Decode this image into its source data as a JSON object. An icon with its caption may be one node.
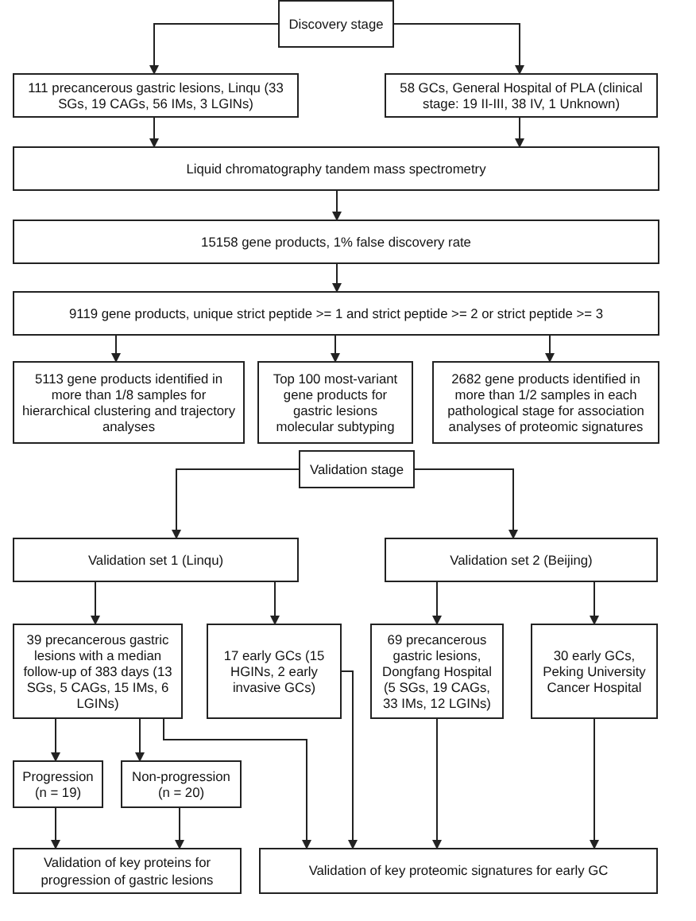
{
  "diagram": {
    "nodes": [
      {
        "text": [
          "Discovery stage"
        ]
      },
      {
        "text": [
          "111 precancerous gastric lesions, Linqu (33 SGs, 19 CAGs, 56 IMs, 3 LGINs)"
        ]
      },
      {
        "text": [
          "58 GCs, General Hospital of PLA (clinical stage: 19 II-III, 38 IV, 1 Unknown)"
        ]
      },
      {
        "text": [
          "Liquid chromatography tandem mass spectrometry"
        ]
      },
      {
        "text": [
          "15158 gene products, 1% false discovery rate"
        ]
      },
      {
        "text": [
          "9119 gene products, unique strict peptide >= 1 and strict peptide >= 2 or strict peptide >= 3"
        ]
      },
      {
        "text": [
          "5113 gene products identified in more than 1/8 samples for hierarchical clustering and trajectory analyses"
        ]
      },
      {
        "text": [
          "Top 100 most-variant gene products for gastric lesions molecular subtyping"
        ]
      },
      {
        "text": [
          "2682 gene products identified in more than 1/2 samples in each pathological stage for association analyses of proteomic signatures"
        ]
      },
      {
        "text": [
          "Validation stage"
        ]
      },
      {
        "text": [
          "Validation set 1 (Linqu)"
        ]
      },
      {
        "text": [
          "Validation set 2 (Beijing)"
        ]
      },
      {
        "text": [
          "39 precancerous gastric lesions with a median follow-up of 383 days (13 SGs, 5 CAGs, 15 IMs, 6 LGINs)"
        ]
      },
      {
        "text": [
          "17 early GCs (15 HGINs, 2 early invasive GCs)"
        ]
      },
      {
        "text": [
          "69 precancerous gastric lesions, Dongfang Hospital (5 SGs, 19 CAGs, 33 IMs, 12 LGINs)"
        ]
      },
      {
        "text": [
          "30 early GCs, Peking University Cancer Hospital"
        ]
      },
      {
        "text": [
          "Progression (n = 19)"
        ]
      },
      {
        "text": [
          "Non-progression (n = 20)"
        ]
      },
      {
        "text": [
          "Validation of key proteins for progression of gastric lesions"
        ]
      },
      {
        "text": [
          "Validation of key proteomic signatures for early GC"
        ]
      }
    ],
    "edges": [
      {
        "from": 0,
        "to": 1,
        "arrow": "to"
      },
      {
        "from": 0,
        "to": 2,
        "arrow": "to"
      },
      {
        "from": 1,
        "to": 3,
        "arrow": "to"
      },
      {
        "from": 2,
        "to": 3,
        "arrow": "to"
      },
      {
        "from": 3,
        "to": 4,
        "arrow": "to"
      },
      {
        "from": 4,
        "to": 5,
        "arrow": "to"
      },
      {
        "from": 5,
        "to": 6,
        "arrow": "to"
      },
      {
        "from": 5,
        "to": 7,
        "arrow": "to"
      },
      {
        "from": 5,
        "to": 8,
        "arrow": "to"
      },
      {
        "from": 9,
        "to": 10,
        "arrow": "to"
      },
      {
        "from": 9,
        "to": 11,
        "arrow": "to"
      },
      {
        "from": 10,
        "to": 12,
        "arrow": "to"
      },
      {
        "from": 10,
        "to": 13,
        "arrow": "to"
      },
      {
        "from": 11,
        "to": 14,
        "arrow": "to"
      },
      {
        "from": 11,
        "to": 15,
        "arrow": "to"
      },
      {
        "from": 12,
        "to": 16,
        "arrow": "to"
      },
      {
        "from": 12,
        "to": 17,
        "arrow": "to"
      },
      {
        "from": 12,
        "to": 19,
        "arrow": "to"
      },
      {
        "from": 13,
        "to": 19,
        "arrow": "to"
      },
      {
        "from": 14,
        "to": 19,
        "arrow": "to"
      },
      {
        "from": 15,
        "to": 19,
        "arrow": "to"
      },
      {
        "from": 16,
        "to": 18,
        "arrow": "to"
      },
      {
        "from": 17,
        "to": 18,
        "arrow": "to"
      }
    ]
  }
}
